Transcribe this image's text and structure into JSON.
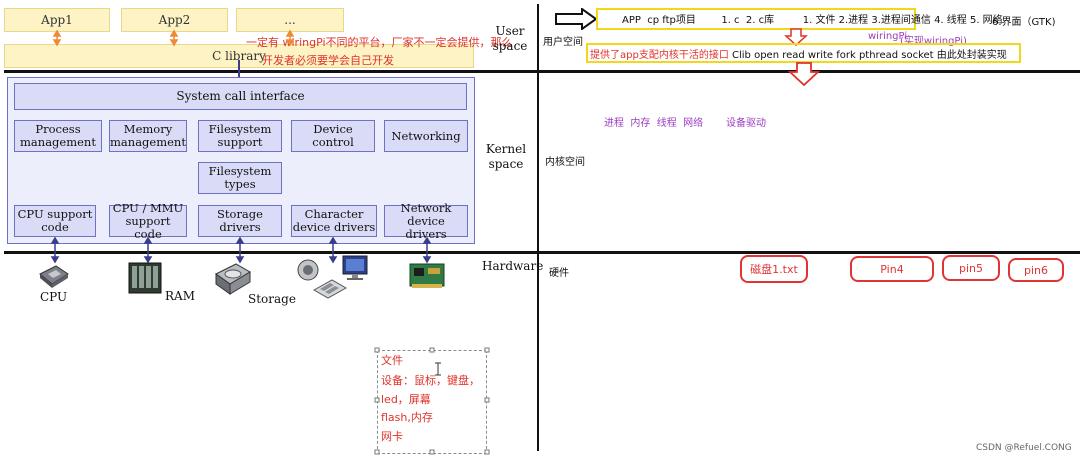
{
  "user_layer": {
    "apps": [
      "App1",
      "App2",
      "..."
    ],
    "c_library": "C library",
    "overlay_note_line1": "一定有    wiringPi不同的平台，厂家不一定会提供，那么",
    "overlay_note_line2": "开发者必须要学会自己开发"
  },
  "kernel_layer": {
    "syscall": "System call interface",
    "modules_row1": [
      "Process\nmanagement",
      "Memory\nmanagement",
      "Filesystem\nsupport",
      "Device\ncontrol",
      "Networking"
    ],
    "filesystem_types": "Filesystem\ntypes",
    "modules_row2": [
      "CPU support\ncode",
      "CPU / MMU\nsupport code",
      "Storage\ndrivers",
      "Character\ndevice drivers",
      "Network\ndevice drivers"
    ]
  },
  "hardware_layer": {
    "cpu": "CPU",
    "ram": "RAM",
    "storage": "Storage"
  },
  "layer_labels": {
    "user": "User\nspace",
    "kernel": "Kernel\nspace",
    "hardware": "Hardware"
  },
  "right_panel": {
    "user_space_cn": "用户空间",
    "app_row": "APP  cp ftp项目        1. c  2. c库         1. 文件 2.进程 3.进程间通信 4. 线程 5. 网络",
    "gui_item": "6.界面（GTK)",
    "wiringpi_1": "wiringPi",
    "wiringpi_2": "(实现wiringPi)",
    "clib_prefix": "提供了app支配内核干活的接口",
    "clib_suffix": " Clib  open read write fork pthread socket 由此处封装实现",
    "kernel_space_cn": "内核空间",
    "kernel_items": "进程  内存  线程  网络",
    "device_driver": "设备驱动",
    "hardware_cn": "硬件",
    "pins": [
      "磁盘1.txt",
      "Pin4",
      "pin5",
      "pin6"
    ]
  },
  "note_box": {
    "lines": [
      "文件",
      "设备：鼠标，键盘，",
      "led，屏幕",
      "flash,内存",
      "网卡"
    ]
  },
  "watermark": "CSDN @Refuel.CONG",
  "colors": {
    "kernel_fill": "#dadcf7",
    "kernel_border": "#6d72c4",
    "app_fill": "#fdf3c4",
    "accent_red": "#e0322a",
    "highlight_yellow": "#f1d81c",
    "note_purple": "#9b3fbf"
  }
}
